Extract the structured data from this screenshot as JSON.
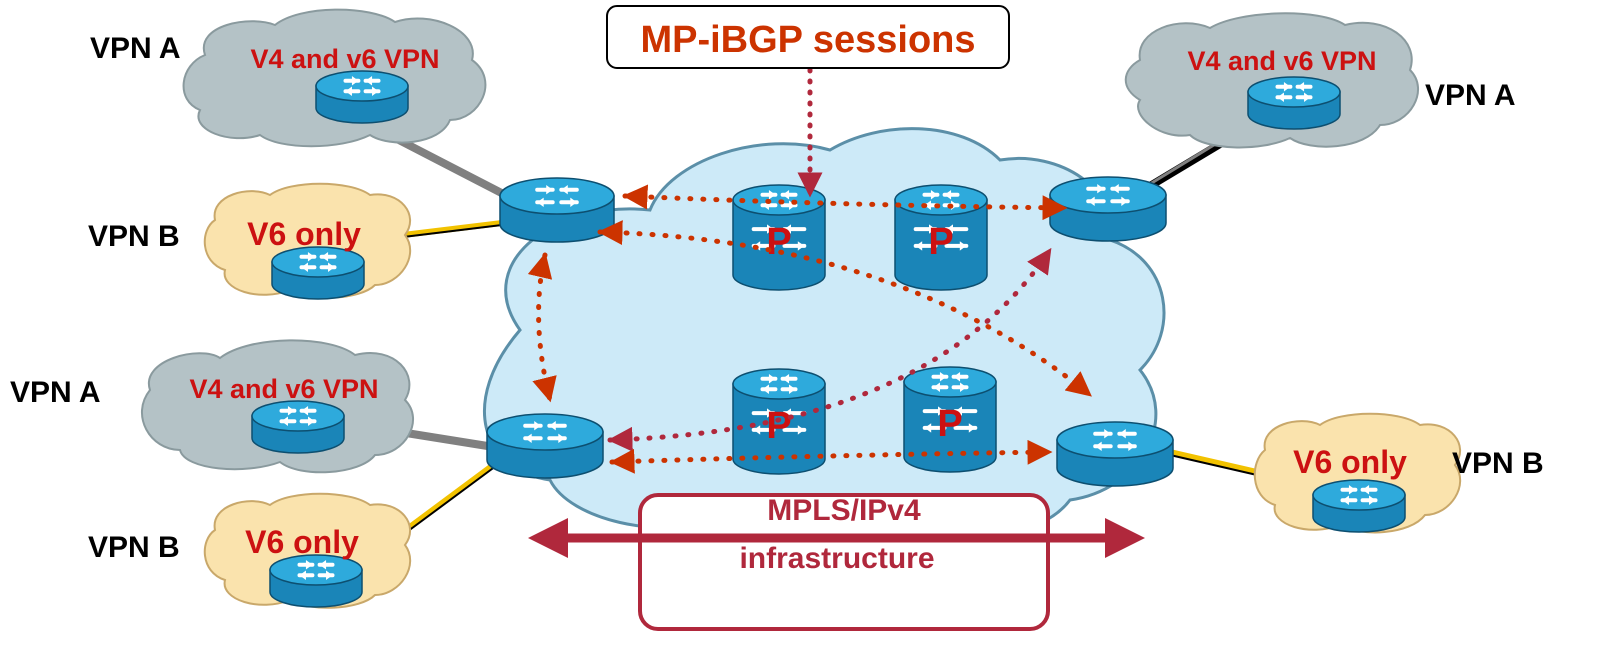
{
  "colors": {
    "core_cloud_fill": "#cdeaf8",
    "core_cloud_stroke": "#5b8fa8",
    "vpn_a_cloud_fill": "#b4c2c6",
    "vpn_b_cloud_fill": "#fae3ad",
    "router_body": "#1a85b8",
    "router_top": "#2eaadc",
    "session_red": "#cc3300",
    "session_crimson": "#b0283c",
    "infra_color": "#b0283c",
    "link_gray": "#808080",
    "link_yellow": "#f2c200",
    "text_black": "#000000",
    "text_red": "#cc1111"
  },
  "callout": {
    "text": "MP-iBGP sessions"
  },
  "infrastructure": {
    "line1": "MPLS/IPv4",
    "line2": "infrastructure"
  },
  "p_label": "P",
  "sites": [
    {
      "id": "top-left-a",
      "vpn": "VPN A",
      "cloud_text": "V4 and v6 VPN",
      "kind": "A"
    },
    {
      "id": "top-left-b",
      "vpn": "VPN B",
      "cloud_text": "V6 only",
      "kind": "B"
    },
    {
      "id": "bottom-left-a",
      "vpn": "VPN A",
      "cloud_text": "V4 and v6 VPN",
      "kind": "A"
    },
    {
      "id": "bottom-left-b",
      "vpn": "VPN B",
      "cloud_text": "V6 only",
      "kind": "B"
    },
    {
      "id": "top-right-a",
      "vpn": "VPN A",
      "cloud_text": "V4 and v6 VPN",
      "kind": "A"
    },
    {
      "id": "bottom-right-b",
      "vpn": "VPN B",
      "cloud_text": "V6 only",
      "kind": "B"
    }
  ]
}
